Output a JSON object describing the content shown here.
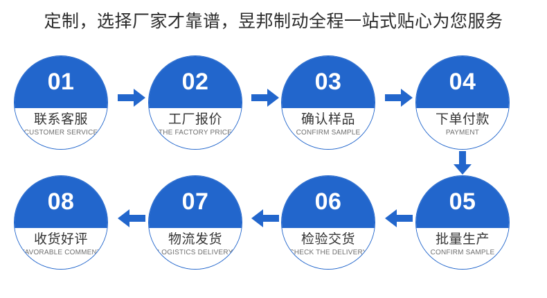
{
  "header": {
    "title": "定制，选择厂家才靠谱，昱邦制动全程一站式贴心为您服务"
  },
  "theme": {
    "accent_blue": "#2266cc",
    "title_color": "#2b2b2b",
    "cn_label_color": "#333333",
    "en_label_color": "#6e6e6e",
    "background": "#ffffff"
  },
  "flow": {
    "steps": [
      {
        "number": "01",
        "cn": "联系客服",
        "en": "CUSTOMER SERVICE"
      },
      {
        "number": "02",
        "cn": "工厂报价",
        "en": "THE FACTORY PRICE"
      },
      {
        "number": "03",
        "cn": "确认样品",
        "en": "CONFIRM SAMPLE"
      },
      {
        "number": "04",
        "cn": "下单付款",
        "en": "PAYMENT"
      },
      {
        "number": "05",
        "cn": "批量生产",
        "en": "CONFIRM SAMPLE"
      },
      {
        "number": "06",
        "cn": "检验交货",
        "en": "CHECK THE DELIVERY"
      },
      {
        "number": "07",
        "cn": "物流发货",
        "en": "LOGISTICS DELIVERY"
      },
      {
        "number": "08",
        "cn": "收货好评",
        "en": "FAVORABLE COMMENT"
      }
    ],
    "connectors": [
      {
        "name": "arrow-01-to-02",
        "direction": "right"
      },
      {
        "name": "arrow-02-to-03",
        "direction": "right"
      },
      {
        "name": "arrow-03-to-04",
        "direction": "right"
      },
      {
        "name": "arrow-04-to-05",
        "direction": "down"
      },
      {
        "name": "arrow-05-to-06",
        "direction": "left"
      },
      {
        "name": "arrow-06-to-07",
        "direction": "left"
      },
      {
        "name": "arrow-07-to-08",
        "direction": "left"
      }
    ]
  }
}
